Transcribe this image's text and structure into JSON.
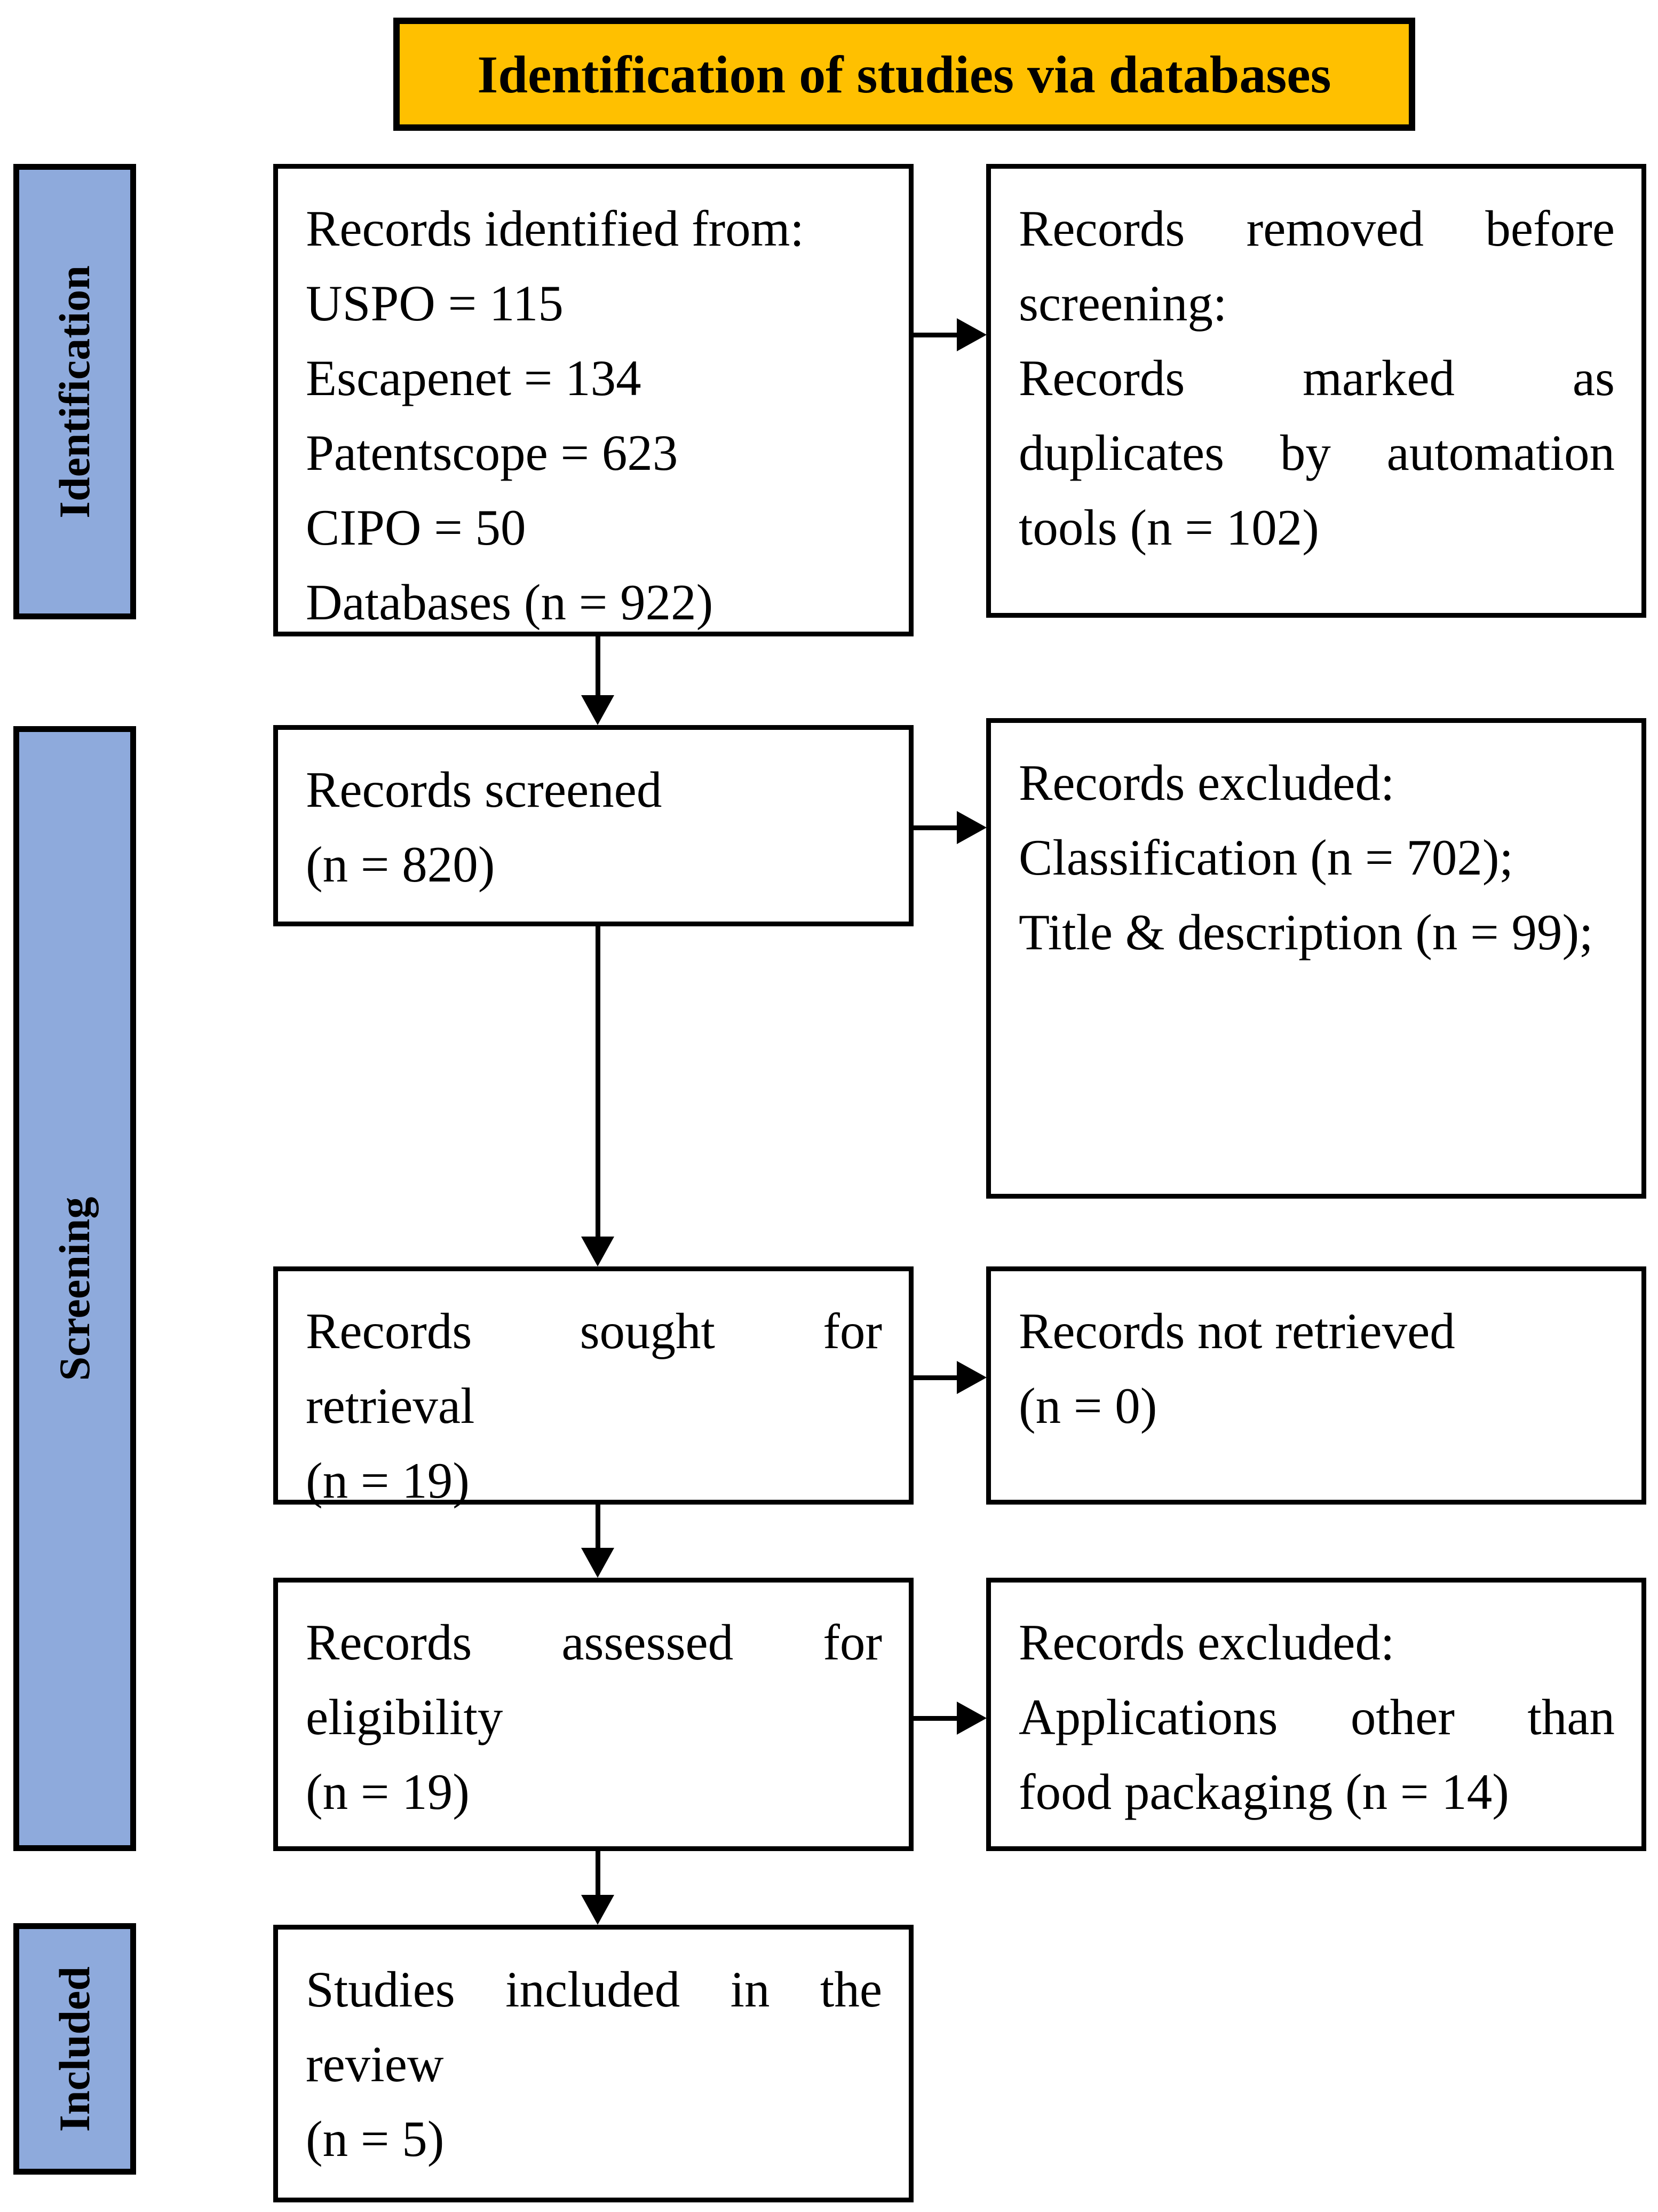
{
  "banner": {
    "title": "Identification of studies via databases"
  },
  "stages": {
    "identification": "Identification",
    "screening": "Screening",
    "included": "Included"
  },
  "boxes": {
    "identified": {
      "lines": [
        "Records identified from:",
        "USPO = 115",
        "Escapenet = 134",
        "Patentscope = 623",
        "CIPO = 50",
        "Databases (n = 922)"
      ]
    },
    "removed": {
      "lines": [
        "Records removed before",
        "screening:",
        "Records marked as",
        "duplicates by automation",
        "tools (n = 102)"
      ]
    },
    "screened": {
      "lines": [
        "Records screened",
        "(n = 820)"
      ]
    },
    "excluded_screening": {
      "lines": [
        "Records excluded:",
        "Classification (n = 702);",
        "Title & description (n = 99);"
      ]
    },
    "sought": {
      "lines": [
        "Records sought for",
        "retrieval",
        "(n = 19)"
      ]
    },
    "not_retrieved": {
      "lines": [
        "Records not retrieved",
        "(n = 0)"
      ]
    },
    "assessed": {
      "lines": [
        "Records assessed for",
        "eligibility",
        "(n = 19)"
      ]
    },
    "excluded_eligibility": {
      "lines": [
        "Records excluded:",
        "Applications other than",
        "food packaging (n = 14)"
      ]
    },
    "included_review": {
      "lines": [
        "Studies included in the",
        "review",
        "(n = 5)"
      ]
    }
  },
  "colors": {
    "banner_fill": "#FFC000",
    "stage_fill": "#8EAADC",
    "line": "#000000"
  }
}
